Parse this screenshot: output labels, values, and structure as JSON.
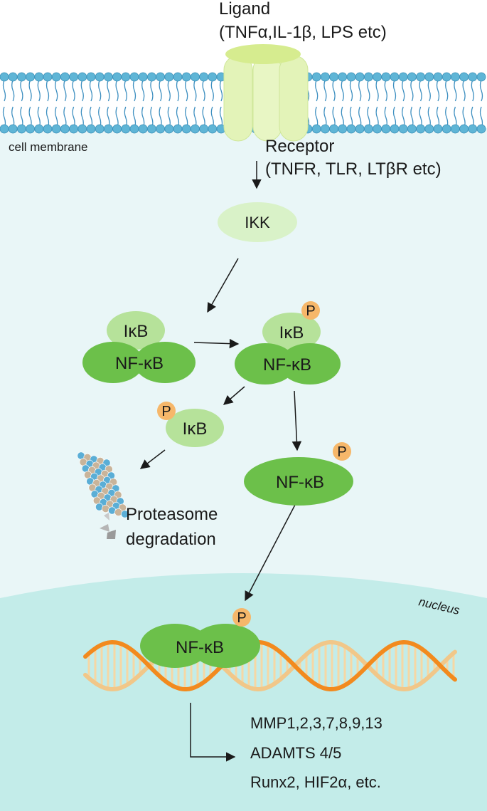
{
  "labels": {
    "ligand_line1": "Ligand",
    "ligand_line2": "(TNFα,IL-1β, LPS etc)",
    "receptor_line1": "Receptor",
    "receptor_line2": "(TNFR, TLR, LTβR etc)",
    "cell_membrane": "cell membrane",
    "ikk": "IKK",
    "ikb": "IκB",
    "nfkb": "NF-κB",
    "p": "P",
    "proteasome_line1": "Proteasome",
    "proteasome_line2": "degradation",
    "nucleus": "nucleus",
    "targets": [
      "MMP1,2,3,7,8,9,13",
      "ADAMTS 4/5",
      "Runx2, HIF2α, etc."
    ]
  },
  "colors": {
    "membrane_head": "#5fb5d6",
    "membrane_tail": "#3d8fc0",
    "cytoplasm": "#e9f6f7",
    "nucleus_bg": "#c3ece9",
    "receptor": "#e3f3b8",
    "ligand": "#d6ec8f",
    "ikk": "#d9f2c8",
    "ikb": "#b6e29a",
    "nfkb": "#6cc04a",
    "phosphate": "#f6b76a",
    "dna_orange": "#f28a1e",
    "dna_tan": "#f1c789"
  }
}
